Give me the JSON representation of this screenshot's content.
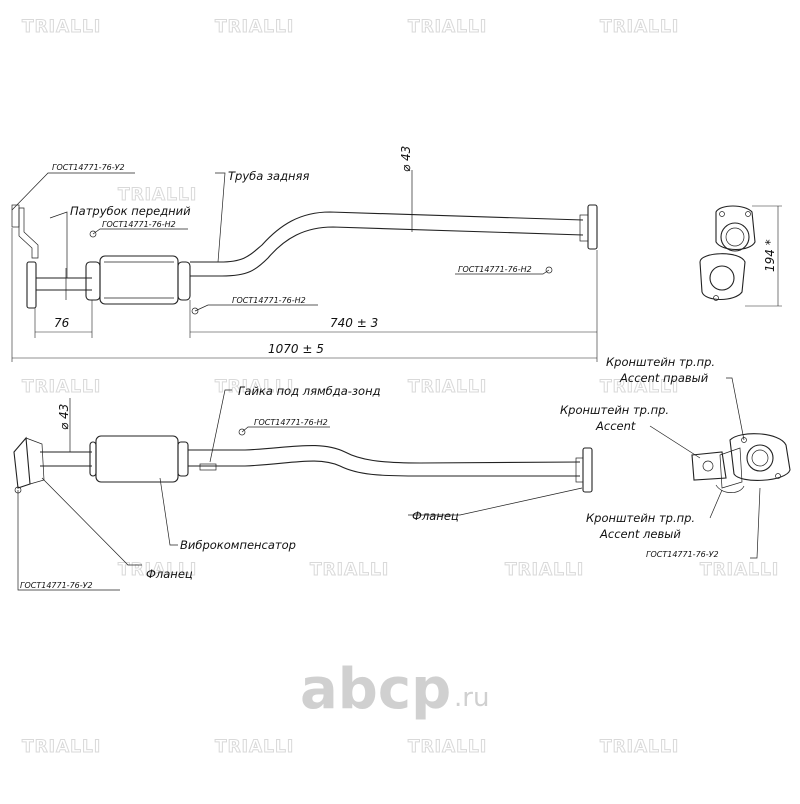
{
  "watermark": {
    "text": "TRIALLI"
  },
  "logo": {
    "text": "abcp",
    "suffix": ".ru",
    "color": "#d0d0d0"
  },
  "top_view": {
    "labels": {
      "gost_y2": "ГОСТ14771-76-У2",
      "patrubok": "Патрубок передний",
      "gost_h2_a": "ГОСТ14771-76-Н2",
      "truba": "Труба задняя",
      "gost_h2_b": "ГОСТ14771-76-Н2",
      "gost_h2_c": "ГОСТ14771-76-Н2"
    },
    "dimensions": {
      "diameter": "⌀ 43",
      "d76": "76",
      "d740": "740 ± 3",
      "d1070": "1070 ± 5",
      "d194": "194 *"
    }
  },
  "bottom_view": {
    "labels": {
      "gaika": "Гайка под лямбда-зонд",
      "gost_h2": "ГОСТ14771-76-Н2",
      "vibro": "Виброкомпенсатор",
      "flanec_left": "Фланец",
      "gost_y2": "ГОСТ14771-76-У2",
      "flanec_right": "Фланец"
    },
    "dimensions": {
      "diameter": "⌀ 43"
    }
  },
  "bracket_view": {
    "labels": {
      "right_line1": "Кронштейн тр.пр.",
      "right_line2": "Accent правый",
      "mid_line1": "Кронштейн тр.пр.",
      "mid_line2": "Accent",
      "left_line1": "Кронштейн тр.пр.",
      "left_line2": "Accent левый",
      "gost": "ГОСТ14771-76-У2"
    }
  }
}
